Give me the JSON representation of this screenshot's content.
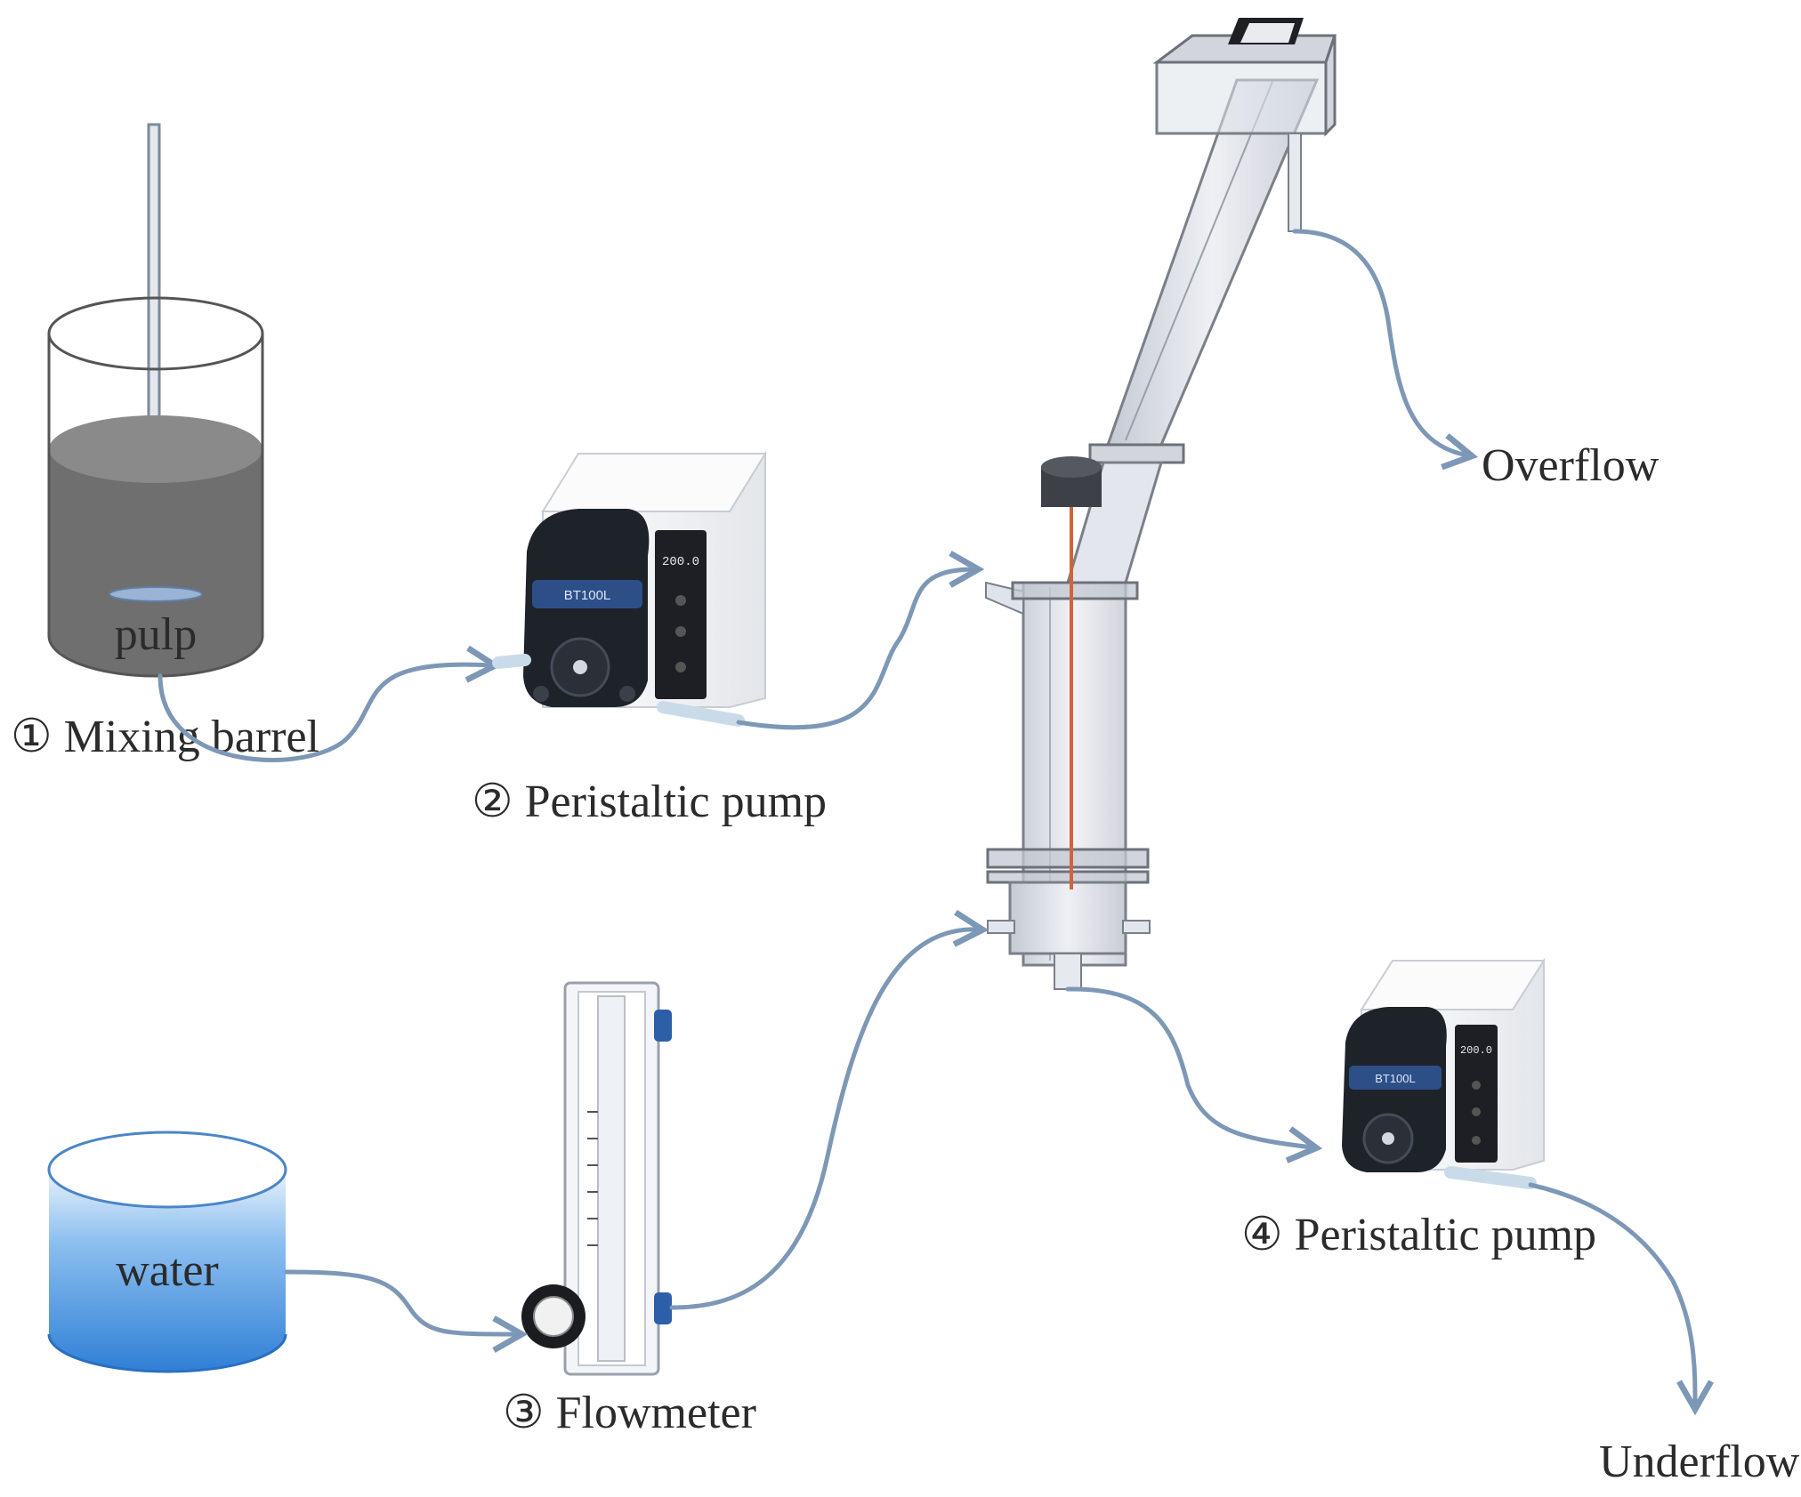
{
  "labels": {
    "pulp": "pulp",
    "mixing_barrel": "① Mixing barrel",
    "pump_2": "② Peristaltic pump",
    "flowmeter": "③ Flowmeter",
    "pump_4": "④ Peristaltic pump",
    "water": "water",
    "overflow": "Overflow",
    "underflow": "Underflow"
  },
  "pump_display": "200.0",
  "pump_brand": "BT100L",
  "colors": {
    "pulp_fill": "#6f6f6f",
    "water_fill": "#3f8ee0",
    "tube": "#7d98b6",
    "pump_body": "#f4f5f7",
    "pump_head": "#1e2229",
    "probe_wire": "#d0643b"
  }
}
